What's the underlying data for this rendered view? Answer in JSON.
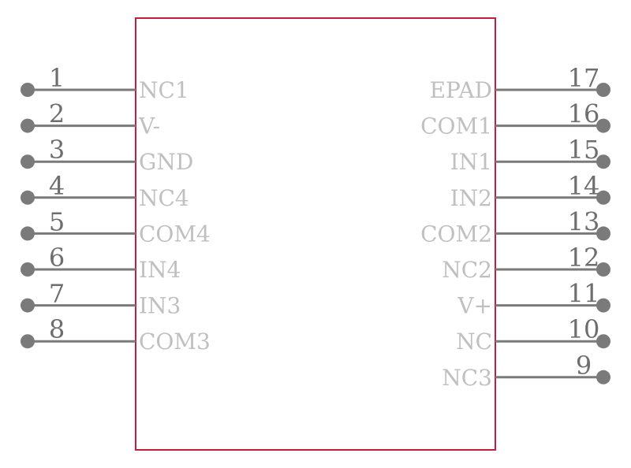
{
  "component": {
    "colors": {
      "body_outline": "#c41e3a",
      "pin_line": "#7a7a7a",
      "pin_dot": "#7a7a7a",
      "pin_number": "#6e6e6e",
      "pin_label": "#c0c0c0",
      "background": "#ffffff"
    },
    "left_pins": [
      {
        "number": "1",
        "label": "NC1"
      },
      {
        "number": "2",
        "label": "V-"
      },
      {
        "number": "3",
        "label": "GND"
      },
      {
        "number": "4",
        "label": "NC4"
      },
      {
        "number": "5",
        "label": "COM4"
      },
      {
        "number": "6",
        "label": "IN4"
      },
      {
        "number": "7",
        "label": "IN3"
      },
      {
        "number": "8",
        "label": "COM3"
      }
    ],
    "right_pins": [
      {
        "number": "17",
        "label": "EPAD"
      },
      {
        "number": "16",
        "label": "COM1"
      },
      {
        "number": "15",
        "label": "IN1"
      },
      {
        "number": "14",
        "label": "IN2"
      },
      {
        "number": "13",
        "label": "COM2"
      },
      {
        "number": "12",
        "label": "NC2"
      },
      {
        "number": "11",
        "label": "V+"
      },
      {
        "number": "10",
        "label": "NC"
      },
      {
        "number": "9",
        "label": "NC3"
      }
    ]
  }
}
